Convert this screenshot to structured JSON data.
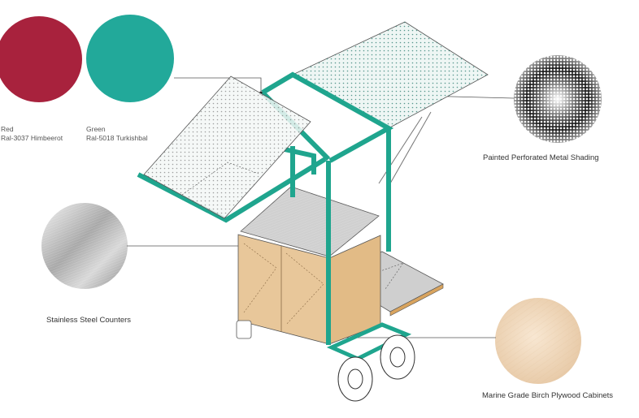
{
  "swatches": [
    {
      "name": "Red",
      "code": "Ral-3037 Himbeerot",
      "color": "#A8223D"
    },
    {
      "name": "Green",
      "code": "Ral-5018 Turkishbal",
      "color": "#22A99A"
    }
  ],
  "materials": {
    "shading": "Painted Perforated  Metal Shading",
    "steel": "Stainless Steel Counters",
    "plywood": "Marine Grade Birch Plywood Cabinets"
  },
  "colors": {
    "frame": "#1FA58E",
    "plywood": "#E8C79A",
    "steel": "#D4D4D4",
    "leader": "#555555"
  },
  "icons": [
    "perforated-metal-texture",
    "brushed-steel-texture",
    "birch-plywood-texture"
  ]
}
